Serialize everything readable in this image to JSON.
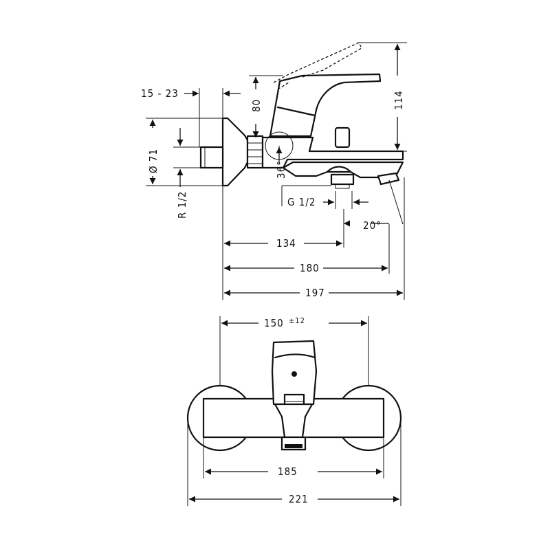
{
  "dimensions": {
    "wall_offset": "15 - 23",
    "height_80": "80",
    "height_114": "114",
    "diameter": "Ø 71",
    "angle_36": "36°",
    "connection_r": "R 1/2",
    "connection_g": "G 1/2",
    "angle_20": "20°",
    "len_134": "134",
    "len_180": "180",
    "len_197": "197",
    "centers_150": "150",
    "centers_tol": "±12",
    "width_185": "185",
    "width_221": "221"
  },
  "colors": {
    "line": "#111111",
    "background": "#ffffff"
  }
}
